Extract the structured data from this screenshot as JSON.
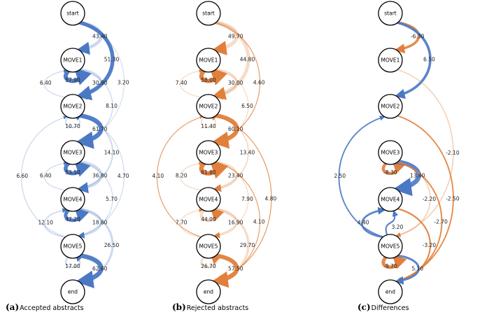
{
  "colors": {
    "blue": "#4a78c4",
    "orange": "#e0803c"
  },
  "nodes": [
    "start",
    "MOVE1",
    "MOVE2",
    "MOVE3",
    "MOVE4",
    "MOVE5",
    "end"
  ],
  "panels": [
    {
      "id": "accepted",
      "letter": "(a)",
      "caption": "Accepted abstracts",
      "edges": [
        {
          "from": 0,
          "to": 1,
          "value": "43.40",
          "dir": "pos"
        },
        {
          "from": 0,
          "to": 2,
          "value": "51.30",
          "dir": "pos"
        },
        {
          "from": 0,
          "to": 3,
          "value": "3.20",
          "dir": "pos"
        },
        {
          "from": 1,
          "to": 1,
          "value": "57.90",
          "dir": "self"
        },
        {
          "from": 1,
          "to": 2,
          "value": "30.90",
          "dir": "pos"
        },
        {
          "from": 1,
          "to": 3,
          "value": "8.10",
          "dir": "pos"
        },
        {
          "from": 2,
          "to": 1,
          "value": "6.40",
          "dir": "neg"
        },
        {
          "from": 2,
          "to": 2,
          "value": "10.70",
          "dir": "self"
        },
        {
          "from": 2,
          "to": 3,
          "value": "61.70",
          "dir": "pos"
        },
        {
          "from": 2,
          "to": 4,
          "value": "14.10",
          "dir": "pos"
        },
        {
          "from": 2,
          "to": 5,
          "value": "4.70",
          "dir": "pos"
        },
        {
          "from": 3,
          "to": 3,
          "value": "53.50",
          "dir": "self"
        },
        {
          "from": 3,
          "to": 4,
          "value": "36.80",
          "dir": "pos"
        },
        {
          "from": 3,
          "to": 5,
          "value": "5.70",
          "dir": "pos"
        },
        {
          "from": 4,
          "to": 3,
          "value": "6.40",
          "dir": "neg"
        },
        {
          "from": 4,
          "to": 4,
          "value": "47.20",
          "dir": "self"
        },
        {
          "from": 4,
          "to": 5,
          "value": "18.60",
          "dir": "pos"
        },
        {
          "from": 4,
          "to": 6,
          "value": "26.50",
          "dir": "pos"
        },
        {
          "from": 5,
          "to": 2,
          "value": "6.60",
          "dir": "neg"
        },
        {
          "from": 5,
          "to": 4,
          "value": "12.10",
          "dir": "neg"
        },
        {
          "from": 5,
          "to": 5,
          "value": "17.00",
          "dir": "self"
        },
        {
          "from": 5,
          "to": 6,
          "value": "62.60",
          "dir": "pos"
        }
      ]
    },
    {
      "id": "rejected",
      "letter": "(b)",
      "caption": "Rejected abstracts",
      "edges": [
        {
          "from": 0,
          "to": 1,
          "value": "49.70",
          "dir": "pos"
        },
        {
          "from": 0,
          "to": 2,
          "value": "44.80",
          "dir": "pos"
        },
        {
          "from": 0,
          "to": 3,
          "value": "4.60",
          "dir": "pos"
        },
        {
          "from": 1,
          "to": 1,
          "value": "58.00",
          "dir": "self"
        },
        {
          "from": 1,
          "to": 2,
          "value": "30.00",
          "dir": "pos"
        },
        {
          "from": 1,
          "to": 3,
          "value": "6.50",
          "dir": "pos"
        },
        {
          "from": 2,
          "to": 1,
          "value": "7.40",
          "dir": "neg"
        },
        {
          "from": 2,
          "to": 2,
          "value": "11.40",
          "dir": "self"
        },
        {
          "from": 2,
          "to": 3,
          "value": "60.10",
          "dir": "pos"
        },
        {
          "from": 2,
          "to": 4,
          "value": "13.40",
          "dir": "pos"
        },
        {
          "from": 2,
          "to": 6,
          "value": "4.80",
          "dir": "pos"
        },
        {
          "from": 3,
          "to": 3,
          "value": "61.80",
          "dir": "self"
        },
        {
          "from": 3,
          "to": 4,
          "value": "23.40",
          "dir": "pos"
        },
        {
          "from": 3,
          "to": 5,
          "value": "7.90",
          "dir": "pos"
        },
        {
          "from": 3,
          "to": 6,
          "value": "4.10",
          "dir": "pos"
        },
        {
          "from": 4,
          "to": 3,
          "value": "8.20",
          "dir": "neg"
        },
        {
          "from": 4,
          "to": 4,
          "value": "44.00",
          "dir": "self"
        },
        {
          "from": 4,
          "to": 5,
          "value": "16.90",
          "dir": "pos"
        },
        {
          "from": 4,
          "to": 6,
          "value": "29.70",
          "dir": "pos"
        },
        {
          "from": 5,
          "to": 2,
          "value": "4.10",
          "dir": "neg"
        },
        {
          "from": 5,
          "to": 4,
          "value": "7.70",
          "dir": "neg"
        },
        {
          "from": 5,
          "to": 5,
          "value": "26.70",
          "dir": "self"
        },
        {
          "from": 5,
          "to": 6,
          "value": "57.50",
          "dir": "pos"
        }
      ]
    },
    {
      "id": "differences",
      "letter": "(c)",
      "caption": "Differences",
      "edges": [
        {
          "from": 0,
          "to": 1,
          "value": "-6.30",
          "dir": "pos"
        },
        {
          "from": 0,
          "to": 2,
          "value": "6.50",
          "dir": "pos"
        },
        {
          "from": 1,
          "to": 5,
          "value": "-2.10",
          "dir": "pos"
        },
        {
          "from": 2,
          "to": 6,
          "value": "-2.50",
          "dir": "pos"
        },
        {
          "from": 3,
          "to": 3,
          "value": "-8.30",
          "dir": "self"
        },
        {
          "from": 3,
          "to": 4,
          "value": "13.40",
          "dir": "pos"
        },
        {
          "from": 3,
          "to": 5,
          "value": "-2.20",
          "dir": "pos"
        },
        {
          "from": 3,
          "to": 6,
          "value": "-2.70",
          "dir": "pos"
        },
        {
          "from": 4,
          "to": 6,
          "value": "-3.20",
          "dir": "pos"
        },
        {
          "from": 5,
          "to": 2,
          "value": "2.50",
          "dir": "neg"
        },
        {
          "from": 5,
          "to": 4,
          "value": "4.40",
          "dir": "neg"
        },
        {
          "from": 5,
          "to": 4,
          "value": "3.20",
          "dir": "self"
        },
        {
          "from": 5,
          "to": 5,
          "value": "-9.70",
          "dir": "self"
        },
        {
          "from": 5,
          "to": 6,
          "value": "5.10",
          "dir": "pos"
        }
      ]
    }
  ]
}
